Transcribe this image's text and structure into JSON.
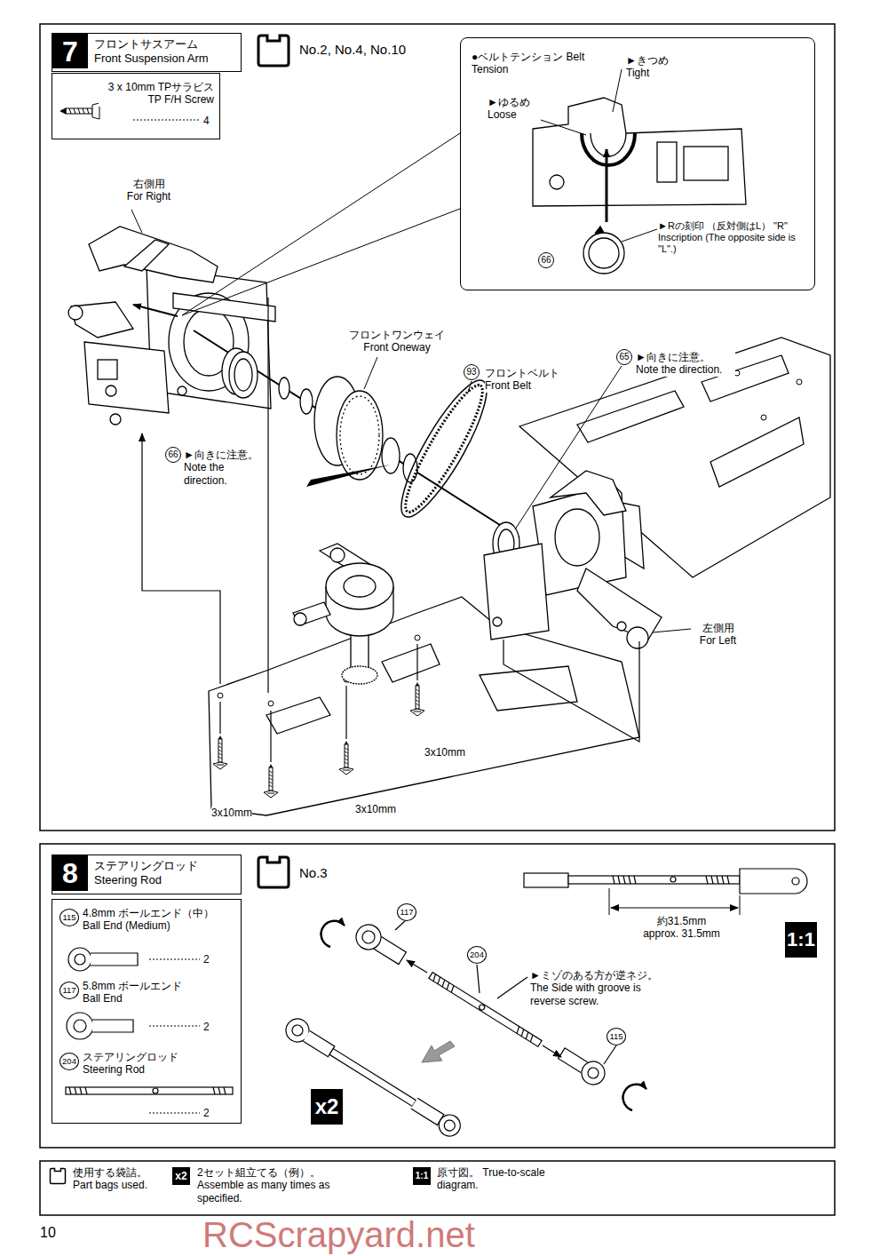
{
  "diagram": {
    "nodes": [
      {
        "text": [
          "7",
          "フロントサスアーム Front Suspension Arm"
        ]
      },
      {
        "text": [
          "No.2, No.4, No.10"
        ]
      },
      {
        "text": [
          "3 x 10mm TPサラビス TP F/H Screw",
          "4"
        ]
      },
      {
        "text": [
          "●ベルトテンション Belt Tension",
          "►きつめ Tight",
          "►ゆるめ Loose",
          "66",
          "►Rの刻印 （反対側はL） \"R\" Inscription (The opposite side is \"L\".)"
        ]
      },
      {
        "text": [
          "8",
          "ステアリングロッド Steering Rod"
        ]
      },
      {
        "text": [
          "No.3"
        ]
      },
      {
        "text": [
          "115",
          "4.8mm ボールエンド（中） Ball End (Medium)",
          "2",
          "117",
          "5.8mm ボールエンド Ball End",
          "2",
          "204",
          "ステアリングロッド Steering Rod",
          "2"
        ]
      }
    ],
    "labels": [
      "右側用 For Right",
      "フロントワンウェイ Front Oneway",
      "93",
      "フロントベルト Front Belt",
      "65",
      "►向きに注意。 Note the direction.",
      "66",
      "►向きに注意。 Note the direction.",
      "左側用 For Left",
      "3x10mm",
      "3x10mm",
      "3x10mm",
      "117",
      "204",
      "►ミゾのある方が逆ネジ。 The Side with groove is reverse screw.",
      "115",
      "約31.5mm approx. 31.5mm",
      "1:1",
      "x2",
      "x2",
      "1:1",
      "10",
      "RCScrapyard.net"
    ],
    "legend": [
      {
        "text": "使用する袋詰。 Part bags used."
      },
      {
        "text": "2セット組立てる（例）。 Assemble as many times as specified."
      },
      {
        "text": "原寸図。 True-to-scale diagram."
      }
    ]
  }
}
